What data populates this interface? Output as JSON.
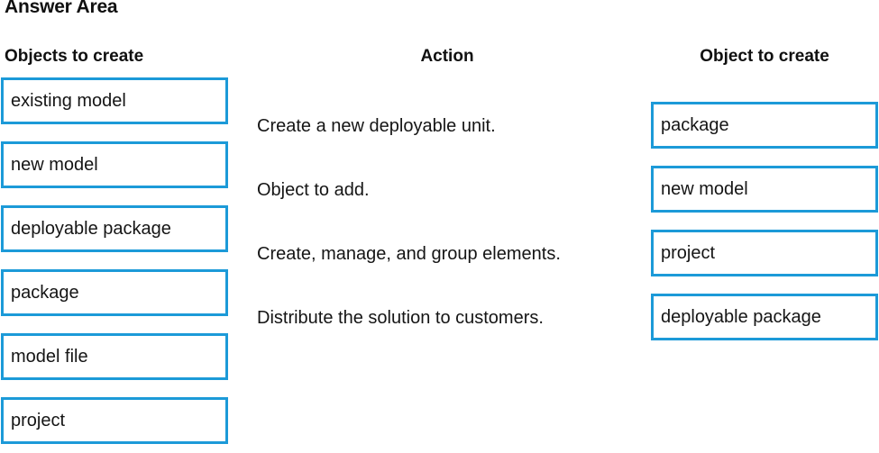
{
  "title": "Answer Area",
  "colors": {
    "box_border": "#1c9ad8",
    "background": "#ffffff",
    "text": "#151515"
  },
  "columns": {
    "source_header": "Objects to create",
    "action_header": "Action",
    "answer_header": "Object to create"
  },
  "source_options": [
    {
      "label": "existing model"
    },
    {
      "label": "new model"
    },
    {
      "label": "deployable package"
    },
    {
      "label": "package"
    },
    {
      "label": "model file"
    },
    {
      "label": "project"
    }
  ],
  "rows": [
    {
      "action": "Create a new deployable unit.",
      "answer": "package"
    },
    {
      "action": "Object to add.",
      "answer": "new model"
    },
    {
      "action": "Create, manage, and group elements.",
      "answer": "project"
    },
    {
      "action": "Distribute the solution to customers.",
      "answer": "deployable package"
    }
  ]
}
